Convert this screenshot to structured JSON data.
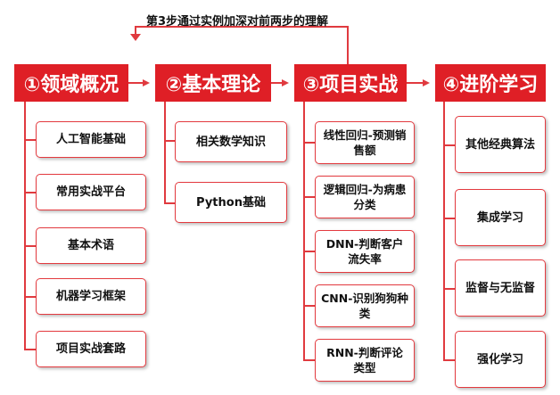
{
  "banner": {
    "text": "第3步通过实例加深对前两步的理解"
  },
  "stages": [
    {
      "label": "①领域概况"
    },
    {
      "label": "②基本理论"
    },
    {
      "label": "③项目实战"
    },
    {
      "label": "④进阶学习"
    }
  ],
  "stage1_items": [
    "人工智能基础",
    "常用实战平台",
    "基本术语",
    "机器学习框架",
    "项目实战套路"
  ],
  "stage2_items": [
    "相关数学知识",
    "Python基础"
  ],
  "stage3_items": [
    "线性回归-预测销售额",
    "逻辑回归-为病患分类",
    "DNN-判断客户流失率",
    "CNN-识别狗狗种类",
    "RNN-判断评论类型"
  ],
  "stage4_items": [
    "其他经典算法",
    "集成学习",
    "监督与无监督",
    "强化学习"
  ],
  "colors": {
    "accent": "#df1f26",
    "border": "#e33a3f",
    "text": "#111111"
  }
}
